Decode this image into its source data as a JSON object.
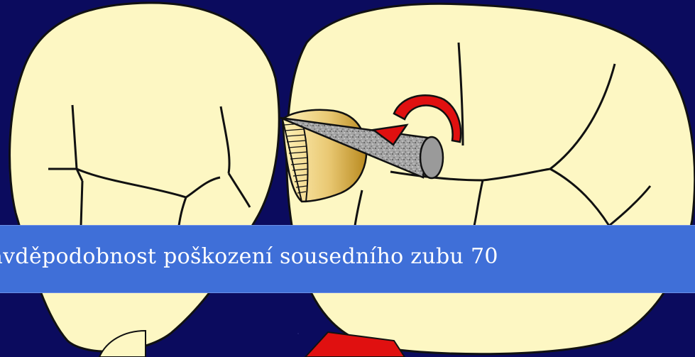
{
  "slide": {
    "caption": "avděpodobnost poškození sousedního zubu 70",
    "colors": {
      "background": "#0b0b5e",
      "tooth": "#fdf7c3",
      "banner": "#3f6fd8",
      "arrow": "#e01010",
      "bur": "#9a9a9a",
      "cavity_gold": "#d7b24a"
    },
    "icons": [
      "left-tooth-illustration",
      "right-tooth-illustration",
      "cavity-preparation",
      "dental-bur",
      "rotation-arrow-icon"
    ]
  }
}
